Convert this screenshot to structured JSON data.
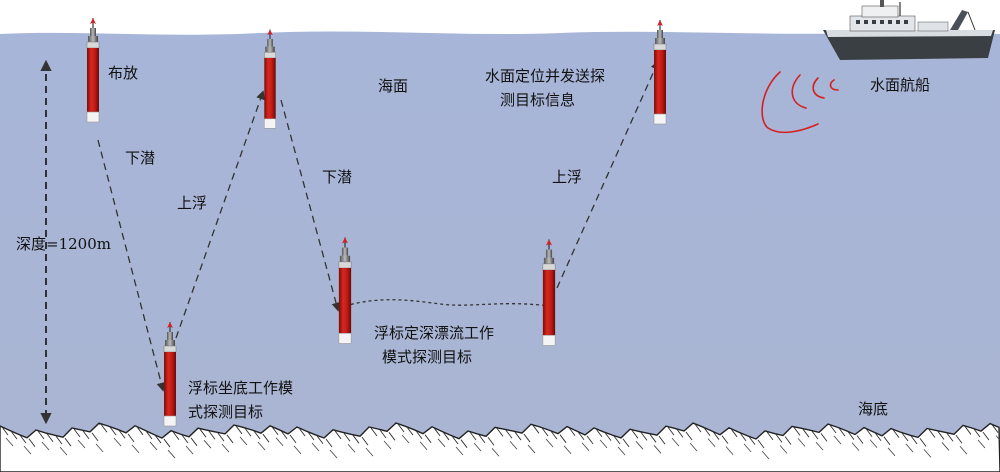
{
  "labels": {
    "deploy": "布放",
    "sea_surface": "海面",
    "surface_position": [
      "水面定位并发送探",
      "测目标信息"
    ],
    "surface_ship": "水面航船",
    "dive_1": "下潜",
    "rise_1": "上浮",
    "dive_2": "下潜",
    "rise_2": "上浮",
    "depth": "深度=1200m",
    "drift_mode": [
      "浮标定深漂流工作",
      "模式探测目标"
    ],
    "bottom_mode": [
      "浮标坐底工作模",
      "式探测目标"
    ],
    "seabed": "海底"
  },
  "colors": {
    "water": "#a9b6d6",
    "sky": "#ffffff",
    "buoy_body": "#c8201a",
    "buoy_dark": "#7a0d0a",
    "buoy_base": "#f2f2f2",
    "sonar_wave": "#d42020",
    "arrow": "#333333",
    "seabed": "#ffffff"
  }
}
